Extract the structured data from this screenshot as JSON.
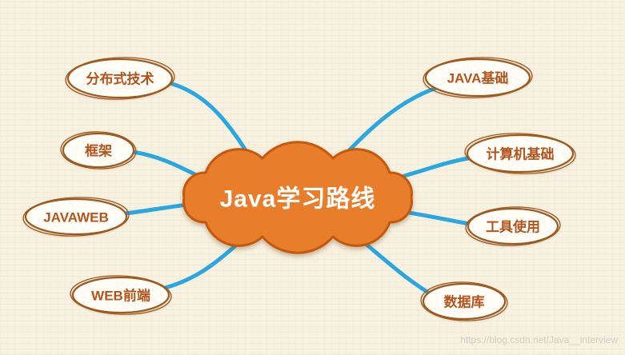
{
  "title": "Java学习路线",
  "watermark": "https://blog.csdn.net/Java__interview",
  "nodes": [
    {
      "label": "分布式技术",
      "side": "left"
    },
    {
      "label": "框架",
      "side": "left"
    },
    {
      "label": "JAVAWEB",
      "side": "left"
    },
    {
      "label": "WEB前端",
      "side": "left"
    },
    {
      "label": "JAVA基础",
      "side": "right"
    },
    {
      "label": "计算机基础",
      "side": "right"
    },
    {
      "label": "工具使用",
      "side": "right"
    },
    {
      "label": "数据库",
      "side": "right"
    }
  ],
  "colors": {
    "background": "#f7f1e0",
    "connector": "#2aa7e0",
    "node_border": "#9c5a20",
    "node_fill": "#fffdf6",
    "node_text": "#b4531b",
    "cloud_fill": "#e87e2b",
    "cloud_border": "#c4590e",
    "title_text": "#ffffff",
    "watermark_text": "#c8c5bd"
  }
}
